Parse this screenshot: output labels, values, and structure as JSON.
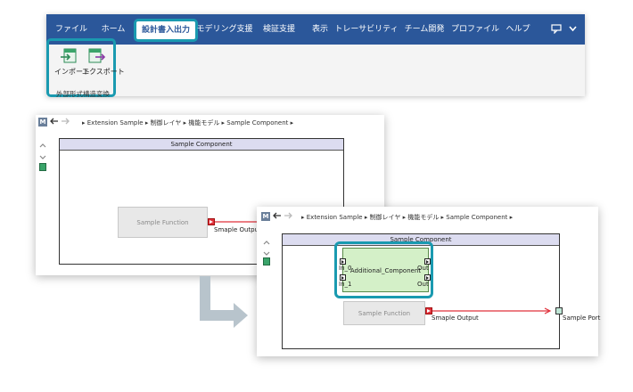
{
  "ribbon": {
    "tabs": [
      "ファイル",
      "ホーム",
      "設計書入出力",
      "モデリング支援",
      "検証支援",
      "表示",
      "トレーサビリティ",
      "チーム開発",
      "プロファイル",
      "ヘルプ"
    ],
    "active_tab": "設計書入出力",
    "import_label": "インポート",
    "export_label": "エクスポート",
    "group_label": "外部形式構造変換"
  },
  "window1": {
    "badge": "M",
    "breadcrumb": [
      "Extension Sample",
      "制御レイヤ",
      "機能モデル",
      "Sample Component"
    ],
    "frame_title": "Sample Component",
    "function_label": "Sample Function",
    "output_label": "Smaple Output"
  },
  "window2": {
    "badge": "M",
    "breadcrumb": [
      "Extension Sample",
      "制御レイヤ",
      "機能モデル",
      "Sample Component"
    ],
    "frame_title": "Sample Component",
    "new_component_label": "Additional_Component",
    "in_ports": [
      "In_0",
      "In_1"
    ],
    "out_ports": [
      "Out",
      "Out"
    ],
    "function_label": "Sample Function",
    "output_label": "Smaple Output",
    "port_label": "Sample Port"
  },
  "colors": {
    "ribbon_blue": "#2b579a",
    "highlight": "#1a9ab0",
    "connector": "#e0303a",
    "arrow_gray": "#b8c4cc"
  }
}
